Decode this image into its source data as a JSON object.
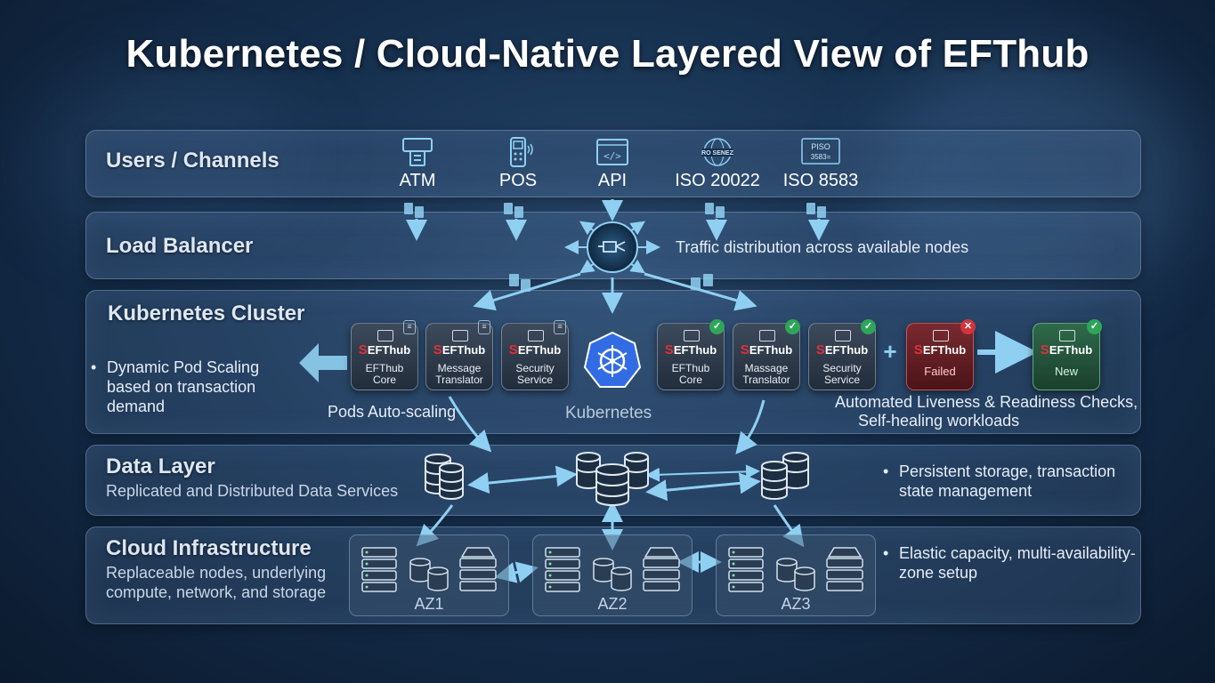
{
  "title": "Kubernetes / Cloud-Native Layered View of EFThub",
  "layers": {
    "users": {
      "title": "Users / Channels",
      "channels": [
        {
          "label": "ATM",
          "icon": "atm-icon"
        },
        {
          "label": "POS",
          "icon": "pos-terminal-icon"
        },
        {
          "label": "API",
          "icon": "api-code-icon"
        },
        {
          "label": "ISO 20022",
          "icon": "globe-icon",
          "icon_text": "RO SENEZ"
        },
        {
          "label": "ISO 8583",
          "icon": "iso-card-icon",
          "icon_text": "PISO 3583="
        }
      ]
    },
    "load_balancer": {
      "title": "Load Balancer",
      "description": "Traffic distribution across available nodes"
    },
    "cluster": {
      "title": "Kubernetes Cluster",
      "left_note": "Dynamic Pod Scaling based on transaction demand",
      "autoscale_label": "Pods Auto-scaling",
      "center_label": "Kubernetes",
      "right_note_1": "Automated Liveness & Readiness Checks,",
      "right_note_2": "Self-healing workloads",
      "logo_text": "EFThub",
      "scaling_pods": [
        {
          "line1": "EFThub",
          "line2": "Core"
        },
        {
          "line1": "Message",
          "line2": "Translator"
        },
        {
          "line1": "Security",
          "line2": "Service"
        }
      ],
      "healthy_pods": [
        {
          "line1": "EFThub",
          "line2": "Core"
        },
        {
          "line1": "Massage",
          "line2": "Translator"
        },
        {
          "line1": "Security",
          "line2": "Service"
        }
      ],
      "failed_pod": "Failed",
      "new_pod": "New",
      "plus": "+"
    },
    "data": {
      "title": "Data Layer",
      "subtitle": "Replicated and Distributed Data Services",
      "note_1": "Persistent storage, transaction",
      "note_2": "state management"
    },
    "infra": {
      "title": "Cloud Infrastructure",
      "subtitle_1": "Replaceable nodes, underlying",
      "subtitle_2": "compute, network, and storage",
      "zones": [
        "AZ1",
        "AZ2",
        "AZ3"
      ],
      "note_1": "Elastic capacity, multi-availability-",
      "note_2": "zone setup"
    }
  },
  "colors": {
    "arrow": "#8fd0f2",
    "ok": "#2fa55a",
    "fail": "#d2343c",
    "brand_red": "#e0303a"
  }
}
